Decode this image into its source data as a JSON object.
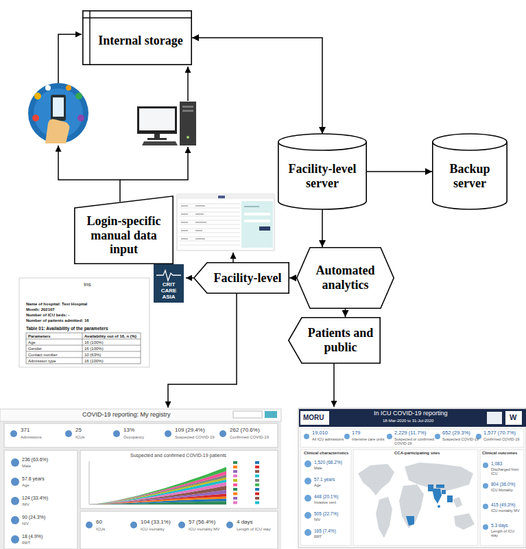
{
  "diagram": {
    "nodes": [
      {
        "text": [
          "Internal storage"
        ]
      },
      {
        "text": [
          "Facility-level server"
        ]
      },
      {
        "text": [
          "Backup server"
        ]
      },
      {
        "text": [
          "Automated analytics"
        ]
      },
      {
        "text": [
          "Facility-level"
        ]
      },
      {
        "text": [
          "Patients and public"
        ]
      },
      {
        "text": [
          "Login-specific manual data input"
        ]
      }
    ],
    "edges": [
      {
        "from": 0,
        "to": 1,
        "arrow": "both"
      },
      {
        "from": 1,
        "to": 2,
        "arrow": "to"
      },
      {
        "from": 1,
        "to": 3,
        "arrow": "to"
      },
      {
        "from": 3,
        "to": 4,
        "arrow": "to"
      },
      {
        "from": 3,
        "to": 5,
        "arrow": "to"
      }
    ],
    "labels": [
      "Ins",
      "Name of hospital: Test Hospital",
      "Month: 202107",
      "Number of ICU beds: -",
      "Number of patients admitted: 16",
      "Table 01: Availability of the parameters",
      "Parameters",
      "Availability out of 16, n (%)",
      "Age",
      "16 (100%)",
      "Gender",
      "16 (100%)",
      "Contact number",
      "10 (63%)",
      "Admission type",
      "16 (100%)",
      "CRIT CARE ASIA",
      "COVID-19 reporting: My registry",
      "371",
      "Admissions",
      "25",
      "ICUs",
      "13%",
      "Occupancy",
      "109 (29.4%)",
      "Suspected COVID-19",
      "262 (70.6%)",
      "Confirmed COVID-19",
      "236 (63.6%)",
      "Male",
      "57.8 years",
      "Age",
      "124 (33.4%)",
      "IMV",
      "90 (24.3%)",
      "NIV",
      "18 (4.9%)",
      "RRT",
      "Suspected and confirmed COVID-19 patients",
      "60",
      "ICUs",
      "104 (33.1%)",
      "ICU mortality",
      "57 (56.4%)",
      "ICU mortality MV",
      "4 days",
      "Length of ICU stay",
      "MORU",
      "In ICU COVID-19 reporting",
      "18-Mar-2020 to 31-Jul-2020",
      "W",
      "19,010",
      "All ICU admissions",
      "179",
      "Intensive care units",
      "2,229 (11.7%)",
      "Suspected or confirmed COVID-19",
      "652 (29.3%)",
      "Suspected COVID-19",
      "1,577 (70.7%)",
      "Confirmed COVID-19",
      "Clinical characteristics",
      "1,520 (68.2%)",
      "Male",
      "57.1 years",
      "Age",
      "448 (20.1%)",
      "Invasive vent",
      "505 (22.7%)",
      "NIV",
      "165 (7.4%)",
      "RRT",
      "CCA-participating sites",
      "Clinical outcomes",
      "1,083",
      "Discharged from ICU",
      "804 (36.0%)",
      "ICU Mortality",
      "415 (49.3%)",
      "ICU mortality MV",
      "5.3 days",
      "Length of ICU stay"
    ]
  }
}
